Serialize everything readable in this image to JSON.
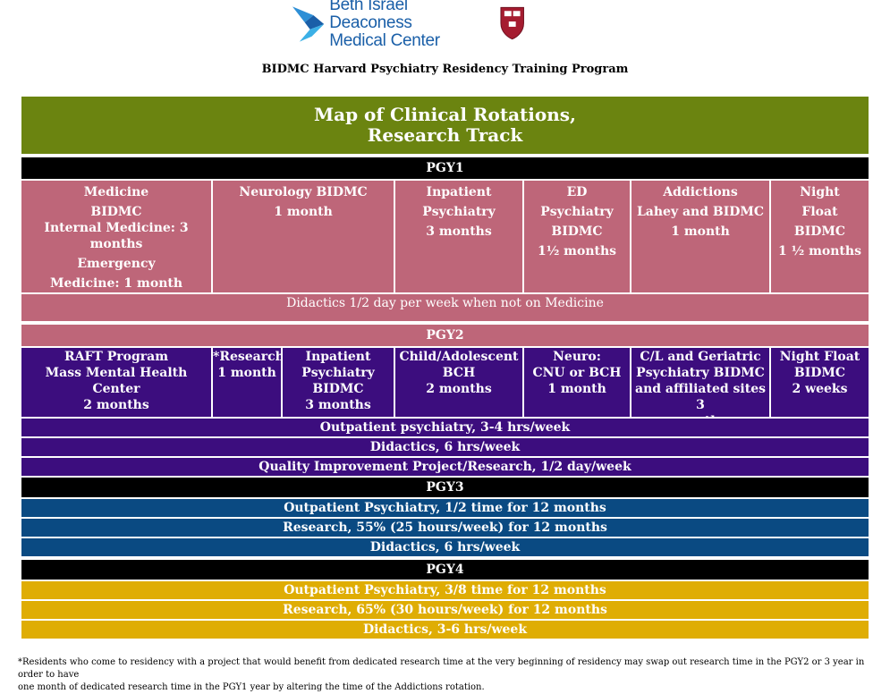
{
  "logo": {
    "line1": "Beth Israel Deaconess",
    "line2": "Medical Center",
    "bird_icon": "bidmc-bird-icon",
    "shield_icon": "harvard-shield-icon",
    "brand_color": "#1a5fa8"
  },
  "subtitle": "BIDMC Harvard Psychiatry Residency Training Program",
  "title": {
    "line1": "Map of Clinical Rotations,",
    "line2": "Research Track"
  },
  "pgy1": {
    "label": "PGY1",
    "cols": [
      {
        "l1": "Medicine",
        "l2": "BIDMC",
        "l3": "Internal Medicine: 3",
        "l4": "months",
        "l5": "Emergency",
        "l6": "Medicine: 1 month"
      },
      {
        "l1": "Neurology BIDMC",
        "l2": "1 month"
      },
      {
        "l1": "Inpatient",
        "l2": "Psychiatry",
        "l3": "3 months"
      },
      {
        "l1": "ED",
        "l2": "Psychiatry",
        "l3": "BIDMC",
        "l4": "1½ months"
      },
      {
        "l1": "Addictions",
        "l2": "Lahey and BIDMC",
        "l3": "1 month"
      },
      {
        "l1": "Night",
        "l2": "Float",
        "l3": "BIDMC",
        "l4": "1 ½ months"
      }
    ],
    "didactics": "Didactics 1/2 day per week when not on Medicine"
  },
  "pgy2": {
    "label": "PGY2",
    "cols": [
      {
        "l1": "RAFT Program",
        "l2": "Mass Mental Health Center",
        "l3": "2 months"
      },
      {
        "l1": "*Research",
        "l2": "1 month"
      },
      {
        "l1": "Inpatient",
        "l2": "Psychiatry",
        "l3": "BIDMC",
        "l4": "3 months"
      },
      {
        "l1": "Child/Adolescent",
        "l2": "BCH",
        "l3": "2 months"
      },
      {
        "l1": "Neuro:",
        "l2": "CNU or BCH",
        "l3": "1 month"
      },
      {
        "l1": "C/L and Geriatric",
        "l2": "Psychiatry BIDMC",
        "l3": "and affiliated sites 3",
        "l4": "months"
      },
      {
        "l1": "Night Float",
        "l2": "BIDMC",
        "l3": "2 weeks"
      }
    ],
    "rows": [
      "Outpatient psychiatry, 3-4 hrs/week",
      "Didactics, 6 hrs/week",
      "Quality Improvement Project/Research, 1/2 day/week"
    ]
  },
  "pgy3": {
    "label": "PGY3",
    "rows": [
      "Outpatient Psychiatry, 1/2 time for 12 months",
      "Research, 55% (25 hours/week) for 12 months",
      "Didactics, 6 hrs/week"
    ]
  },
  "pgy4": {
    "label": "PGY4",
    "rows": [
      "Outpatient Psychiatry, 3/8  time for 12 months",
      "Research, 65% (30 hours/week) for 12 months",
      "Didactics, 3-6 hrs/week"
    ]
  },
  "footnote": {
    "line1": "*Residents who come to residency with a project that would benefit from dedicated research time at the very beginning of residency may swap out research time in the PGY2 or 3 year in order to have",
    "line2": "one month of dedicated research time in the PGY1 year by altering the time of the Addictions rotation."
  },
  "colors": {
    "title_green": "#6b8410",
    "pgy1_pink": "#be6679",
    "pgy2_purple": "#3c0d7e",
    "pgy3_blue": "#0a4a82",
    "pgy4_gold": "#dfad04",
    "header_black": "#000000"
  }
}
